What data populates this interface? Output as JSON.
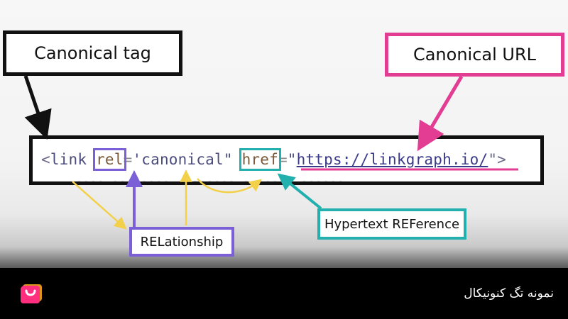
{
  "labels": {
    "canonical_tag": "Canonical tag",
    "canonical_url": "Canonical URL",
    "relationship": "RELationship",
    "hypertext_reference": "Hypertext REFerence"
  },
  "code": {
    "open": "<",
    "tag": "link",
    "rel_attr": "rel",
    "eq1": "=",
    "rel_value": "'canonical\"",
    "href_attr": "href",
    "eq2": "=",
    "quote_open": "\"",
    "url": "https://linkgraph.io/",
    "close": "\">"
  },
  "footer": {
    "caption": "نمونه تگ کنونیکال",
    "logo_icon": "shopping-bag-icon"
  },
  "colors": {
    "tag_box": "#111111",
    "url_box": "#e23d93",
    "rel_box": "#7a5fd6",
    "href_box": "#22b0ae",
    "yellow_arrow": "#f2d04a",
    "footer_bg": "#000000"
  }
}
